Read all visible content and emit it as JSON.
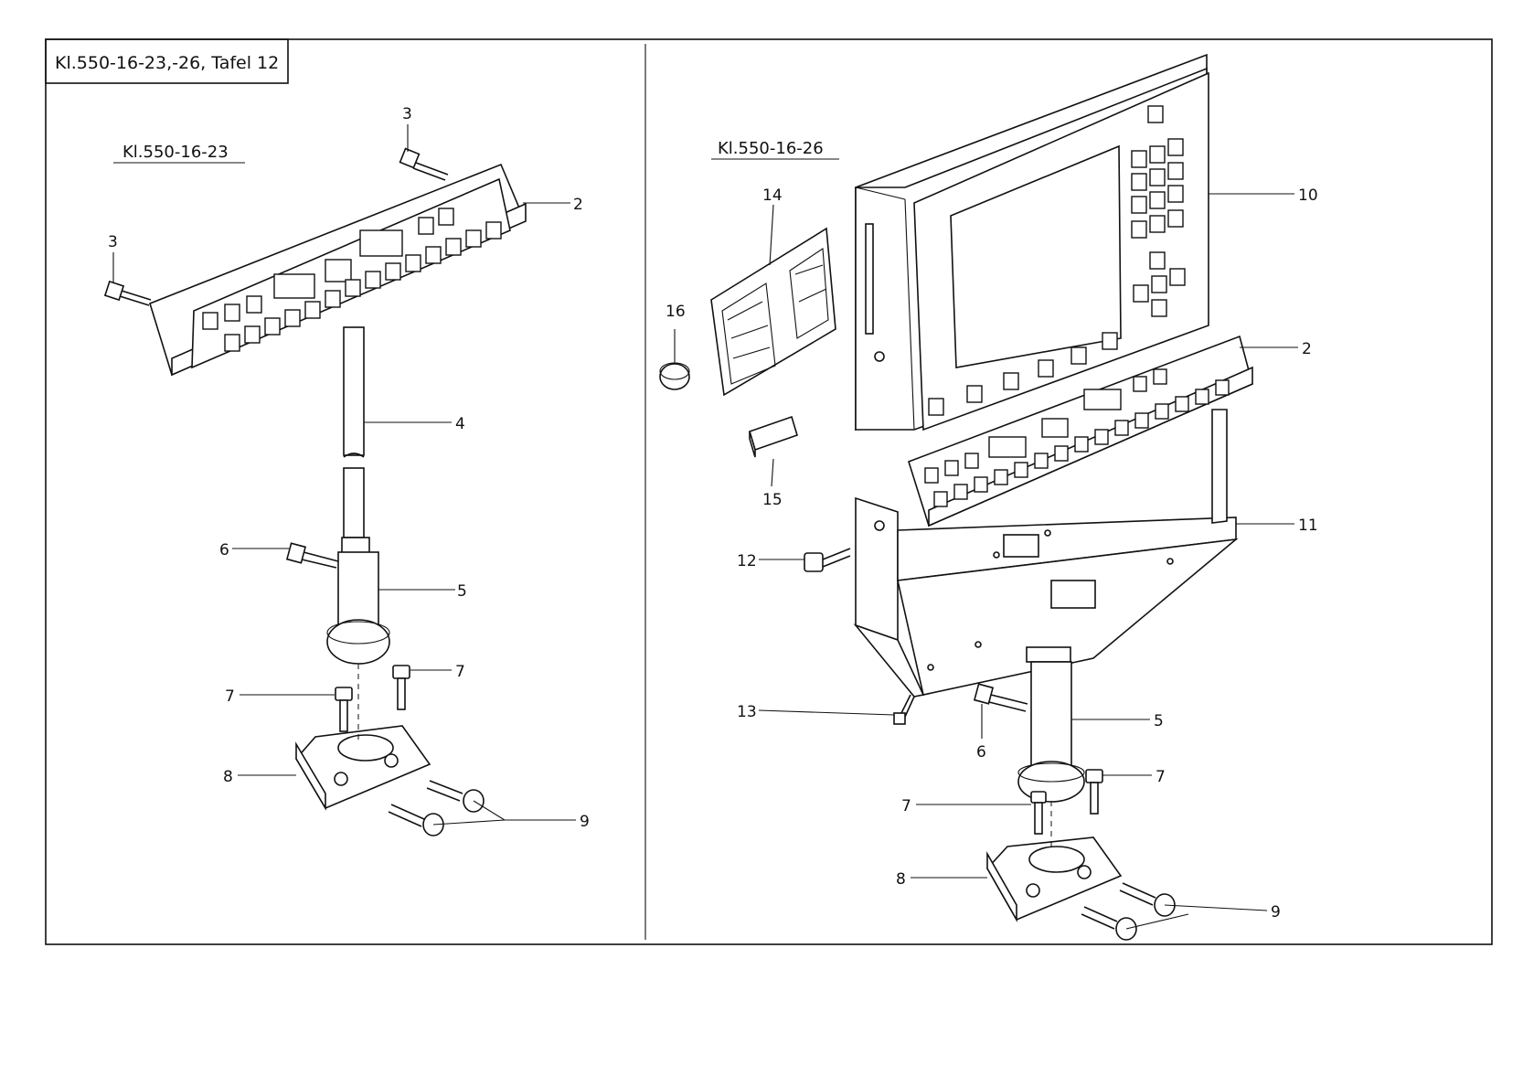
{
  "title_box": "Kl.550-16-23,-26, Tafel 12",
  "left_panel": {
    "heading": "Kl.550-16-23",
    "callouts": {
      "c2": "2",
      "c3a": "3",
      "c3b": "3",
      "c4": "4",
      "c5": "5",
      "c6": "6",
      "c7a": "7",
      "c7b": "7",
      "c8": "8",
      "c9": "9"
    }
  },
  "right_panel": {
    "heading": "Kl.550-16-26",
    "callouts": {
      "c2": "2",
      "c5": "5",
      "c6": "6",
      "c7a": "7",
      "c7b": "7",
      "c8": "8",
      "c9": "9",
      "c10": "10",
      "c11": "11",
      "c12": "12",
      "c13": "13",
      "c14": "14",
      "c15": "15",
      "c16": "16"
    }
  }
}
